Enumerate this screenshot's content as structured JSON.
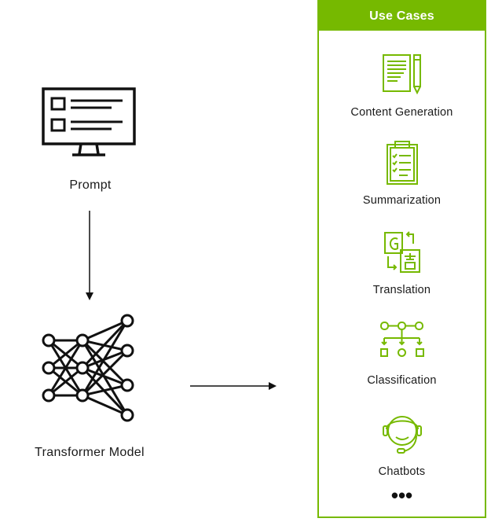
{
  "flow": {
    "prompt_label": "Prompt",
    "model_label": "Transformer Model"
  },
  "use_cases": {
    "title": "Use Cases",
    "items": [
      {
        "label": "Content Generation",
        "icon": "document-pencil-icon"
      },
      {
        "label": "Summarization",
        "icon": "clipboard-checklist-icon"
      },
      {
        "label": "Translation",
        "icon": "translation-icon"
      },
      {
        "label": "Classification",
        "icon": "classification-tree-icon"
      },
      {
        "label": "Chatbots",
        "icon": "headset-chat-icon"
      }
    ],
    "more": "•••"
  },
  "colors": {
    "accent": "#76b900",
    "ink": "#1a1a1a"
  }
}
